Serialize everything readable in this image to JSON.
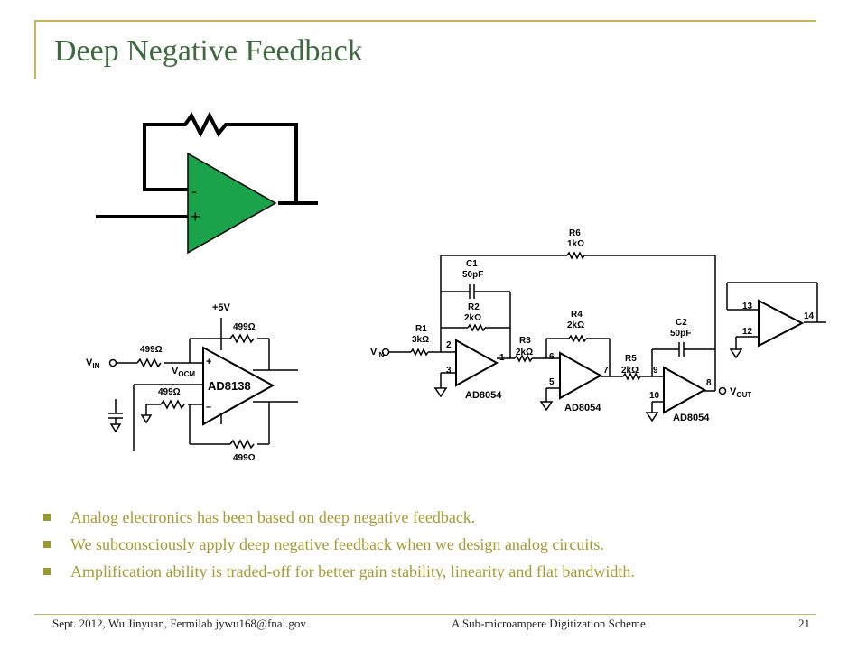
{
  "slide": {
    "title": "Deep Negative Feedback"
  },
  "diagram_top": {
    "minus": "-",
    "plus": "+"
  },
  "diagram_left": {
    "supply": "+5V",
    "vin": "V",
    "vin_sub": "IN",
    "vocm": "V",
    "vocm_sub": "OCM",
    "r_in_top": "499Ω",
    "r_fb_top": "499Ω",
    "r_in_bot": "499Ω",
    "r_fb_bot": "499Ω",
    "chip": "AD8138",
    "plus": "+",
    "minus": "–"
  },
  "diagram_right": {
    "r6_name": "R6",
    "r6_val": "1kΩ",
    "c1_name": "C1",
    "c1_val": "50pF",
    "r2_name": "R2",
    "r2_val": "2kΩ",
    "r1_name": "R1",
    "r1_val": "3kΩ",
    "r3_name": "R3",
    "r3_val": "2kΩ",
    "r4_name": "R4",
    "r4_val": "2kΩ",
    "r5_name": "R5",
    "r5_val": "2kΩ",
    "c2_name": "C2",
    "c2_val": "50pF",
    "vin": "V",
    "vin_sub": "IN",
    "vout": "V",
    "vout_sub": "OUT",
    "chip": "AD8054",
    "pins": [
      "2",
      "3",
      "1",
      "6",
      "5",
      "7",
      "9",
      "10",
      "8",
      "13",
      "12",
      "14"
    ]
  },
  "bullets": [
    "Analog electronics has been based on deep negative feedback.",
    "We subconsciously apply deep negative feedback when we design analog circuits.",
    "Amplification ability is traded-off for better gain stability, linearity and flat bandwidth."
  ],
  "footer": {
    "left": "Sept. 2012, Wu Jinyuan, Fermilab jywu168@fnal.gov",
    "center": "A Sub-microampere Digitization Scheme",
    "page": "21"
  },
  "colors": {
    "title": "#3e6b3e",
    "accent_line": "#c9b35e",
    "bullet_text": "#a89a30",
    "opamp_fill": "#1aa34a"
  }
}
